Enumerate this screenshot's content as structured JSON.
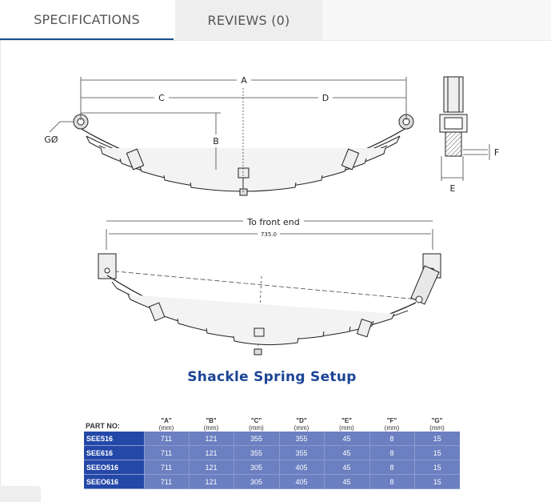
{
  "tabs": [
    {
      "label": "SPECIFICATIONS",
      "active": true
    },
    {
      "label": "REVIEWS (0)",
      "active": false
    }
  ],
  "diagram": {
    "dimension_labels": {
      "a": "A",
      "b": "B",
      "c": "C",
      "d": "D",
      "e": "E",
      "f": "F",
      "g": "GØ"
    },
    "front_end_label": "To front end",
    "length_label": "735.0"
  },
  "setup_title": "Shackle Spring Setup",
  "table": {
    "part_header": "PART NO:",
    "columns": [
      {
        "label": "\"A\"",
        "unit": "(mm)"
      },
      {
        "label": "\"B\"",
        "unit": "(mm)"
      },
      {
        "label": "\"C\"",
        "unit": "(mm)"
      },
      {
        "label": "\"D\"",
        "unit": "(mm)"
      },
      {
        "label": "\"E\"",
        "unit": "(mm)"
      },
      {
        "label": "\"F\"",
        "unit": "(mm)"
      },
      {
        "label": "\"G\"",
        "unit": "(mm)"
      }
    ],
    "rows": [
      {
        "part": "SEE516",
        "values": [
          "711",
          "121",
          "355",
          "355",
          "45",
          "8",
          "15"
        ]
      },
      {
        "part": "SEE616",
        "values": [
          "711",
          "121",
          "355",
          "355",
          "45",
          "8",
          "15"
        ]
      },
      {
        "part": "SEEO516",
        "values": [
          "711",
          "121",
          "305",
          "405",
          "45",
          "8",
          "15"
        ]
      },
      {
        "part": "SEEO616",
        "values": [
          "711",
          "121",
          "305",
          "405",
          "45",
          "8",
          "15"
        ]
      }
    ]
  },
  "colors": {
    "accent": "#1a4d8c",
    "title": "#1c4595",
    "table_cell": "#6b7fc1",
    "table_part": "#2448a8"
  }
}
